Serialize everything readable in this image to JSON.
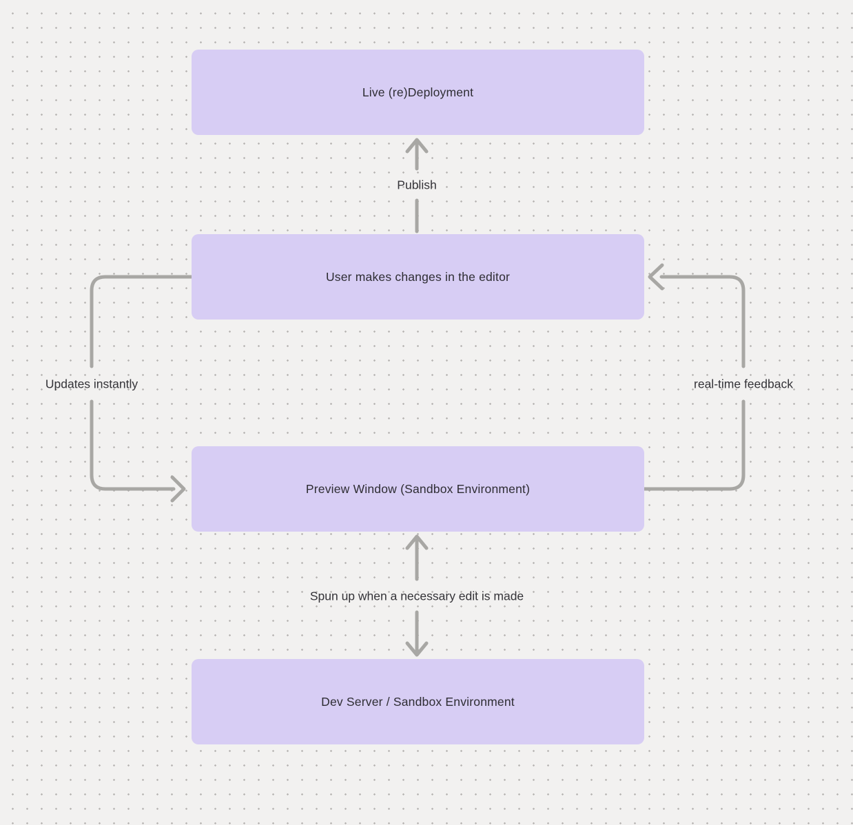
{
  "diagram": {
    "nodes": [
      {
        "id": "live-redeployment",
        "label": "Live (re)Deployment"
      },
      {
        "id": "user-editor",
        "label": "User makes changes in the editor"
      },
      {
        "id": "preview-window",
        "label": "Preview Window (Sandbox Environment)"
      },
      {
        "id": "dev-server",
        "label": "Dev Server / Sandbox Environment"
      }
    ],
    "edges": [
      {
        "id": "publish",
        "label": "Publish",
        "from": "user-editor",
        "to": "live-redeployment",
        "direction": "up"
      },
      {
        "id": "updates-instantly",
        "label": "Updates instantly",
        "from": "user-editor",
        "to": "preview-window",
        "direction": "left-loop"
      },
      {
        "id": "real-time-feedback",
        "label": "real-time feedback",
        "from": "preview-window",
        "to": "user-editor",
        "direction": "right-loop"
      },
      {
        "id": "spun-up",
        "label": "Spun up when a necessary edit is made",
        "from": "preview-window",
        "to": "dev-server",
        "direction": "both"
      }
    ],
    "colors": {
      "background": "#f2f1f0",
      "grid_dot": "#b9b7b5",
      "node_fill": "#d7cdf4",
      "arrow": "#a8a7a4",
      "text": "#2e2d33"
    }
  }
}
